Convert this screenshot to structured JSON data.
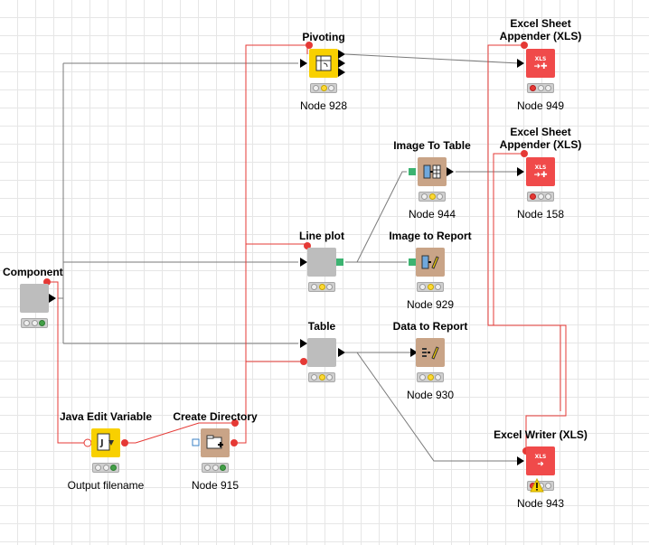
{
  "nodes": {
    "component": {
      "title": "Component",
      "label": "",
      "status": [
        "o",
        "o",
        "g"
      ]
    },
    "java_edit": {
      "title": "Java Edit Variable",
      "label": "Output filename",
      "status": [
        "o",
        "o",
        "g"
      ]
    },
    "create_dir": {
      "title": "Create Directory",
      "label": "Node 915",
      "status": [
        "o",
        "o",
        "g"
      ]
    },
    "pivoting": {
      "title": "Pivoting",
      "label": "Node 928",
      "status": [
        "o",
        "y",
        "o"
      ]
    },
    "line_plot": {
      "title": "Line plot",
      "label": "",
      "status": [
        "o",
        "y",
        "o"
      ]
    },
    "table": {
      "title": "Table",
      "label": "",
      "status": [
        "o",
        "y",
        "o"
      ]
    },
    "image_table": {
      "title": "Image To Table",
      "label": "Node 944",
      "status": [
        "o",
        "y",
        "o"
      ]
    },
    "image_report": {
      "title": "Image to Report",
      "label": "Node 929",
      "status": [
        "o",
        "y",
        "o"
      ]
    },
    "data_report": {
      "title": "Data to Report",
      "label": "Node 930",
      "status": [
        "o",
        "y",
        "o"
      ]
    },
    "excel_949": {
      "title": "Excel Sheet\nAppender (XLS)",
      "label": "Node 949",
      "status": [
        "r",
        "o",
        "o"
      ]
    },
    "excel_158": {
      "title": "Excel Sheet\nAppender (XLS)",
      "label": "Node 158",
      "status": [
        "r",
        "o",
        "o"
      ]
    },
    "excel_writer": {
      "title": "Excel Writer (XLS)",
      "label": "Node 943",
      "status": [
        "r",
        "o",
        "o"
      ],
      "warning": true
    }
  },
  "icons": {
    "pivoting": "pivot-icon",
    "java_edit": "java-variable-icon",
    "create_dir": "create-directory-icon",
    "image_table": "image-to-table-icon",
    "image_report": "image-to-report-icon",
    "data_report": "data-to-report-icon",
    "excel": "xls-icon"
  },
  "badge_text": {
    "xls": "XLS"
  },
  "colors": {
    "flow_variable_wire": "#e53935",
    "data_wire": "#7a7a7a",
    "status_red": "#e53935",
    "status_yellow": "#fdd835",
    "status_green": "#43a047"
  }
}
